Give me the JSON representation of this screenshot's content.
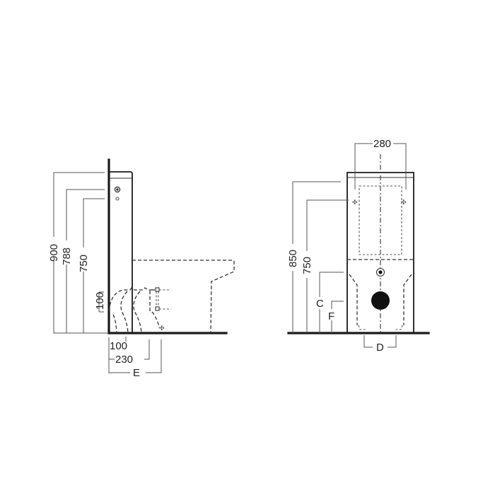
{
  "side_view": {
    "height_dims": [
      {
        "label": "900"
      },
      {
        "label": "788"
      },
      {
        "label": "750"
      }
    ],
    "outlet_height": "100",
    "bottom_dims": [
      {
        "label": "100"
      },
      {
        "label": "230"
      },
      {
        "label": "E"
      }
    ]
  },
  "front_view": {
    "width_dim": "280",
    "height_dims": [
      {
        "label": "850"
      },
      {
        "label": "750"
      }
    ],
    "inlet_dims": [
      {
        "label": "C"
      },
      {
        "label": "F"
      }
    ],
    "fixing_dim": "D"
  },
  "colors": {
    "line": "#1a1a1a",
    "dimension": "#555555",
    "background": "#ffffff"
  }
}
